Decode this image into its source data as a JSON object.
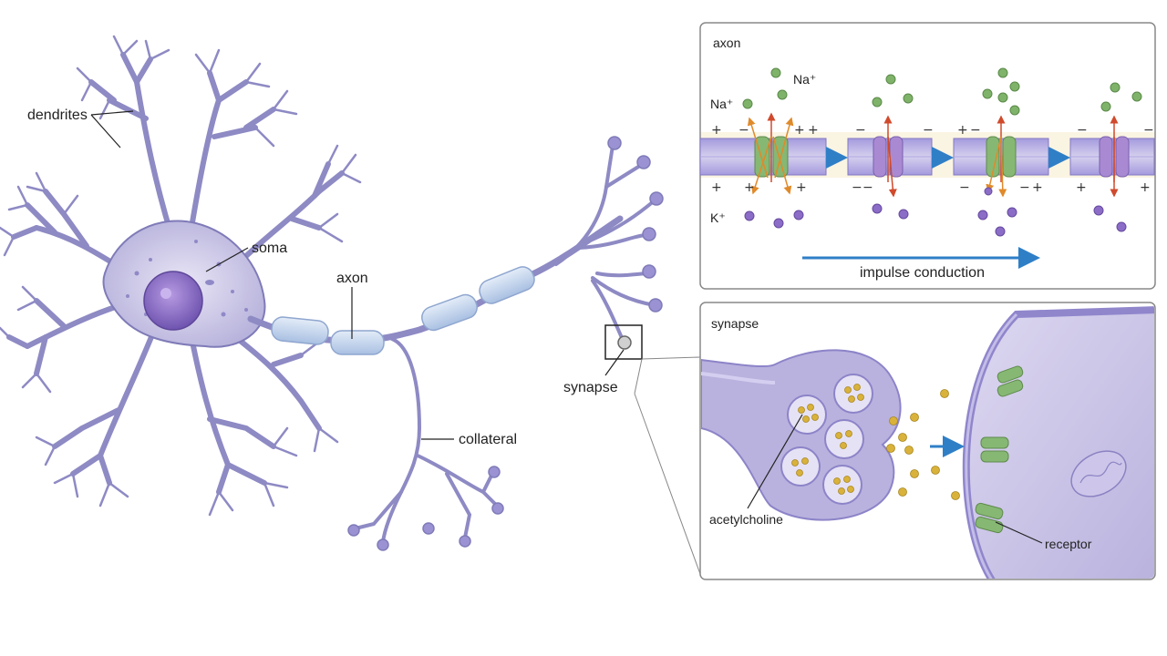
{
  "labels": {
    "dendrites": "dendrites",
    "soma": "soma",
    "axon": "axon",
    "synapse": "synapse",
    "collateral": "collateral"
  },
  "axon_panel": {
    "title": "axon",
    "na_top": "Na⁺",
    "na_left": "Na⁺",
    "k_left": "K⁺",
    "caption": "impulse conduction",
    "plus": "+",
    "minus": "−"
  },
  "synapse_panel": {
    "title": "synapse",
    "acetylcholine": "acetylcholine",
    "receptor": "receptor"
  },
  "colors": {
    "neuron": "#a9a6d6",
    "neuron_stroke": "#7f7bb8",
    "nucleus": "#8a6fc4",
    "myelin": "#c9d9ef",
    "channel_green": "#86b874",
    "channel_purple": "#a98ad2",
    "membrane": "#8f86cc",
    "na_ion": "#7fb36a",
    "k_ion": "#8b6cc6",
    "vesicle_dot": "#d9b23b",
    "arrow_blue": "#2f7fc7",
    "panel_border": "#888888"
  }
}
